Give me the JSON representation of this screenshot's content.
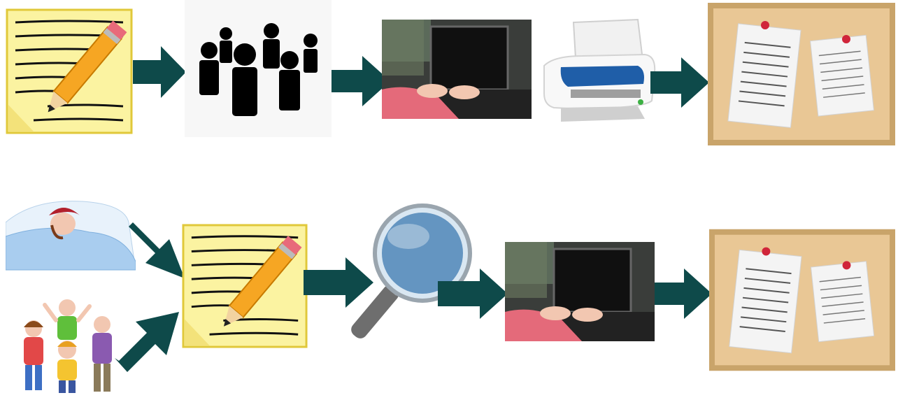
{
  "colors": {
    "arrow": "#0e4a4a",
    "note_paper": "#fbf3a1",
    "note_border": "#e0c83a",
    "pencil_body": "#f6a623",
    "pencil_eraser": "#e86a7a",
    "cork": "#e9c795",
    "cork_frame": "#c9a46a",
    "printer_blue": "#1f5ea8",
    "blanket_blue": "#a9cdef",
    "magnifier_lens": "#4f86b8",
    "people_silhouette": "#000000"
  },
  "rows": [
    {
      "name": "top-row",
      "steps": [
        {
          "icon": "note-pencil-icon"
        },
        {
          "icon": "group-of-people-icon"
        },
        {
          "icon": "laptop-typing-photo"
        },
        {
          "icon": "printer-icon"
        },
        {
          "icon": "cork-board-icon"
        }
      ]
    },
    {
      "name": "bottom-row",
      "inputs": [
        {
          "icon": "sick-person-in-bed-icon"
        },
        {
          "icon": "children-group-icon"
        }
      ],
      "steps": [
        {
          "icon": "note-pencil-icon"
        },
        {
          "icon": "magnifying-glass-icon"
        },
        {
          "icon": "laptop-typing-photo"
        },
        {
          "icon": "cork-board-icon"
        }
      ]
    }
  ]
}
